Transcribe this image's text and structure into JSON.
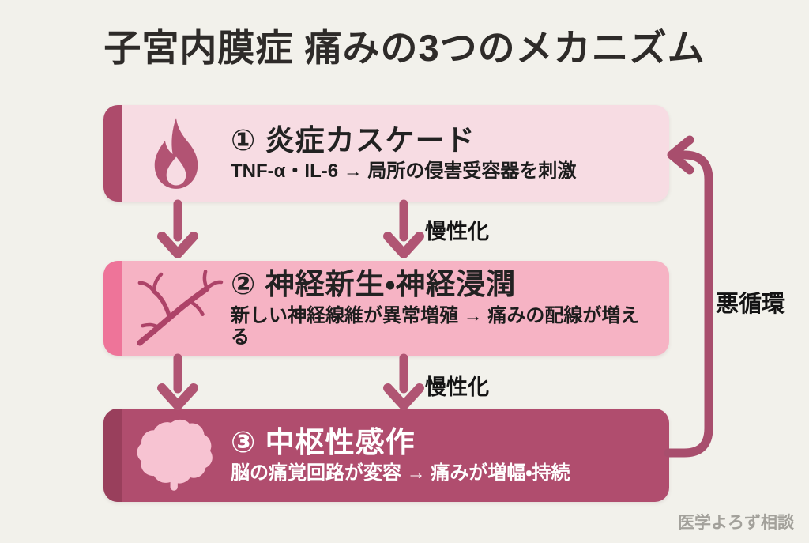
{
  "title": "子宮内膜症 痛みの3つのメカニズム",
  "boxes": [
    {
      "title": "① 炎症カスケード",
      "subtitle": "TNF-α・IL-6 → 局所の侵害受容器を刺激",
      "icon": "flame",
      "bg_color": "#f7dce3",
      "accent_color": "#ad4b6b",
      "text_color": "#222222"
    },
    {
      "title": "② 神経新生・神経浸潤",
      "subtitle": "新しい神経線維が異常増殖 → 痛みの配線が増える",
      "icon": "nerve-branch",
      "bg_color": "#f6b3c4",
      "accent_color": "#ee7499",
      "text_color": "#222222"
    },
    {
      "title": "③ 中枢性感作",
      "subtitle": "脳の痛覚回路が変容 → 痛みが増幅・持続",
      "icon": "brain",
      "bg_color": "#b04d6e",
      "accent_color": "#993f5c",
      "text_color": "#ffffff"
    }
  ],
  "flow_labels": {
    "chronification_1": "慢性化",
    "chronification_2": "慢性化",
    "vicious_cycle": "悪循環"
  },
  "watermark": "医学よろず相談",
  "colors": {
    "background": "#f2f1eb",
    "down_arrow": "#b05573",
    "loop_arrow": "#a84e6d",
    "title_text": "#2e2b29",
    "flow_label_text": "#141414",
    "watermark_text": "#a3a19b",
    "flame_icon": "#b25373",
    "nerve_icon": "#ad4368",
    "brain_icon": "#f7c3d2"
  }
}
